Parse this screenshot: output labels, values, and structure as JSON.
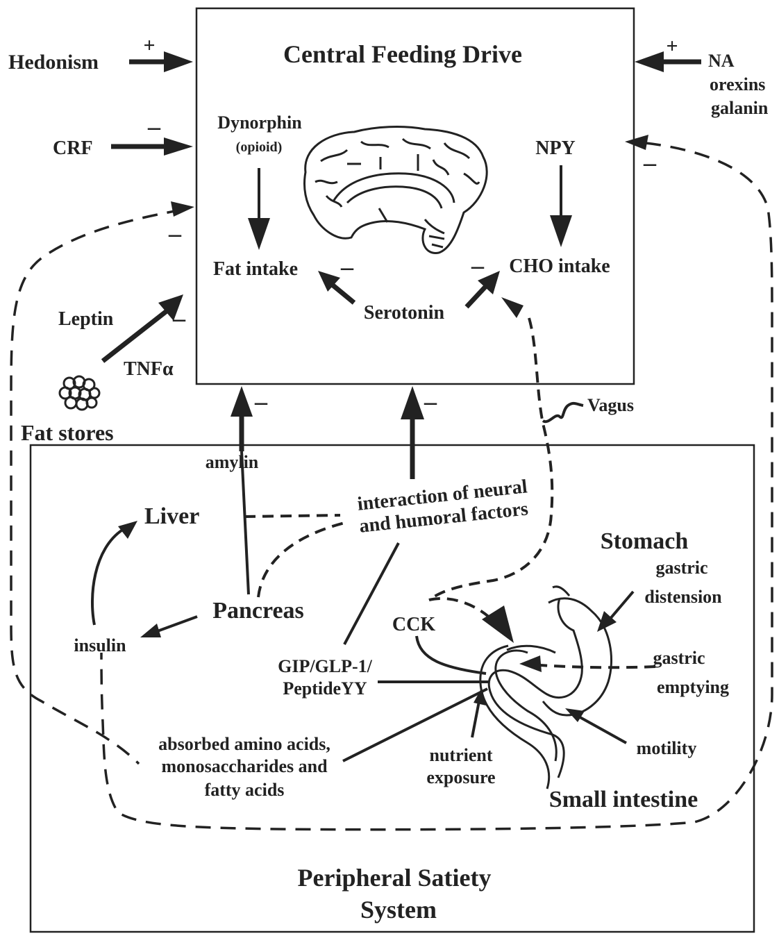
{
  "central": {
    "title": "Central Feeding Drive",
    "dynorphin": "Dynorphin",
    "opioid": "(opioid)",
    "npy": "NPY",
    "fat_intake": "Fat intake",
    "cho_intake": "CHO intake",
    "serotonin": "Serotonin"
  },
  "inputs": {
    "hedonism": "Hedonism",
    "crf": "CRF",
    "na": "NA",
    "orexins": "orexins",
    "galanin": "galanin",
    "leptin": "Leptin",
    "tnf": "TNFα",
    "fat_stores": "Fat stores",
    "vagus": "Vagus"
  },
  "signs": {
    "plus": "+",
    "minus": "–"
  },
  "peripheral": {
    "title_line1": "Peripheral Satiety",
    "title_line2": "System",
    "amylin": "amylin",
    "liver": "Liver",
    "pancreas": "Pancreas",
    "insulin": "insulin",
    "interaction_line1": "interaction of neural",
    "interaction_line2": "and humoral factors",
    "stomach": "Stomach",
    "gastric_distension_1": "gastric",
    "gastric_distension_2": "distension",
    "gastric_emptying_1": "gastric",
    "gastric_emptying_2": "emptying",
    "cck": "CCK",
    "gip_1": "GIP/GLP-1/",
    "gip_2": "PeptideYY",
    "absorbed_1": "absorbed amino acids,",
    "absorbed_2": "monosaccharides and",
    "absorbed_3": "fatty acids",
    "nutrient_1": "nutrient",
    "nutrient_2": "exposure",
    "motility": "motility",
    "small_intestine": "Small intestine"
  }
}
